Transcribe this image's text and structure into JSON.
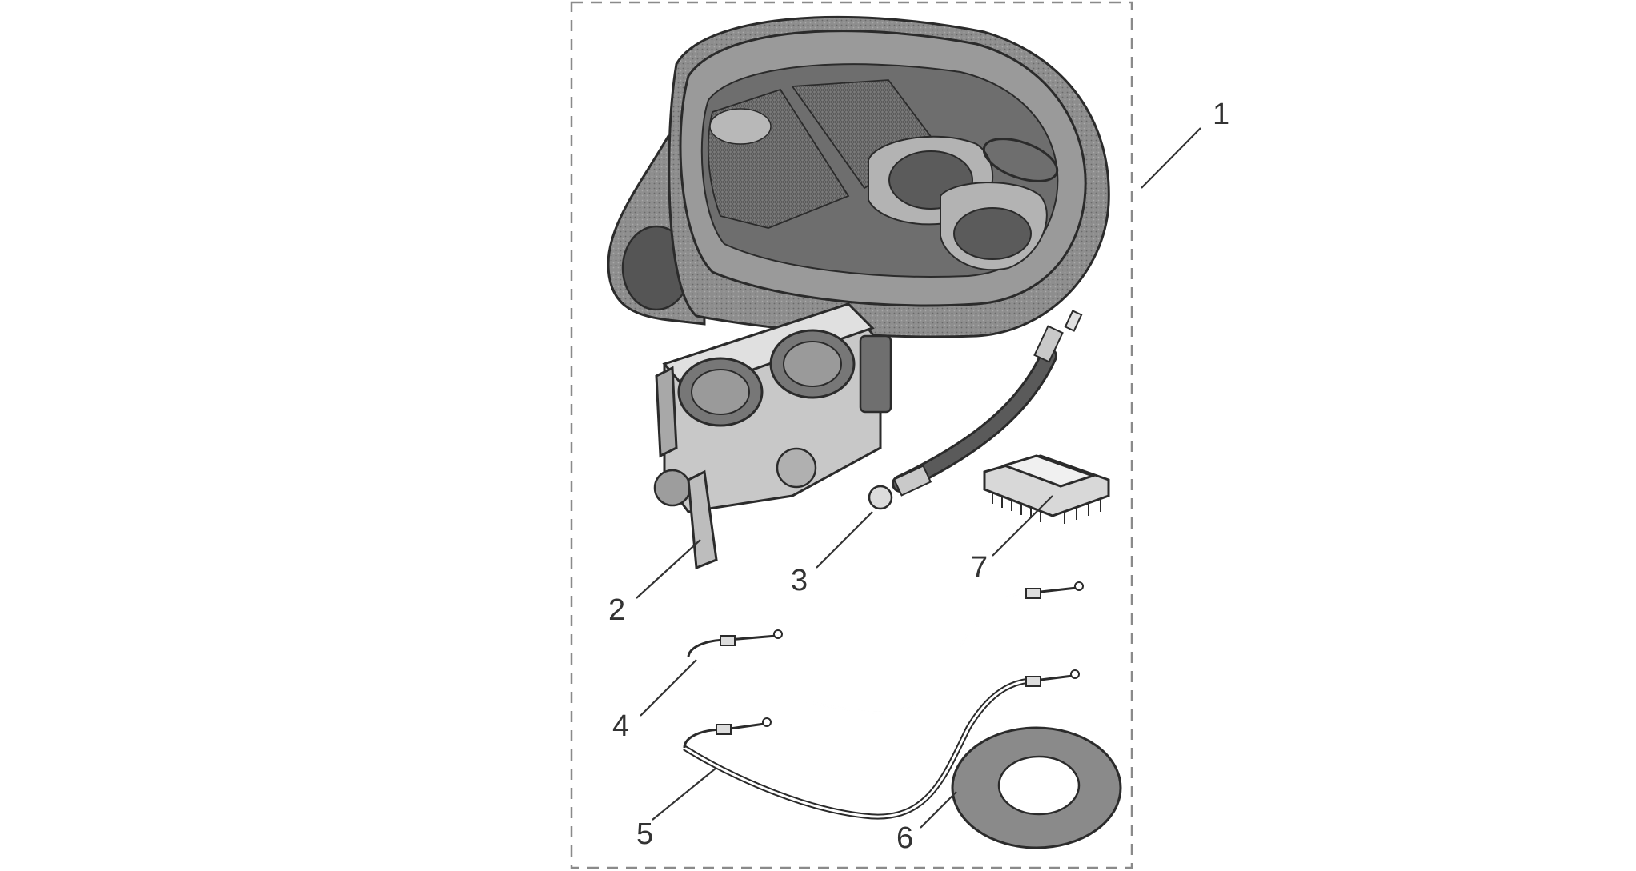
{
  "diagram": {
    "kit_border": "dashed",
    "callouts": [
      {
        "id": "1",
        "text": "1",
        "part": "air-box-housing"
      },
      {
        "id": "2",
        "text": "2",
        "part": "throttle-body"
      },
      {
        "id": "3",
        "text": "3",
        "part": "fuel-hose"
      },
      {
        "id": "4",
        "text": "4",
        "part": "throttle-cable-upper"
      },
      {
        "id": "5",
        "text": "5",
        "part": "throttle-cable-lower"
      },
      {
        "id": "6",
        "text": "6",
        "part": "sealing-washer"
      },
      {
        "id": "7",
        "text": "7",
        "part": "ecu-chip"
      }
    ]
  },
  "colors": {
    "line": "#2b2b2b",
    "part_fill": "#8c8c8c",
    "part_dark": "#555555",
    "part_light": "#c4c4c4",
    "border": "#8a8a8a",
    "text": "#333333"
  }
}
